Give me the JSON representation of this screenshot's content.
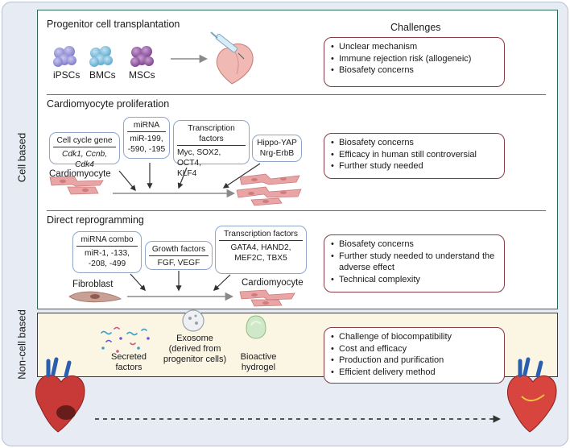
{
  "labels": {
    "cell_based": "Cell based",
    "non_cell_based": "Non-cell based"
  },
  "challenges_header": "Challenges",
  "sections": {
    "progenitor": {
      "title": "Progenitor cell transplantation",
      "cells": [
        "iPSCs",
        "BMCs",
        "MSCs"
      ],
      "challenges": [
        "Unclear mechanism",
        "Immune rejection risk (allogeneic)",
        "Biosafety concerns"
      ]
    },
    "proliferation": {
      "title": "Cardiomyocyte proliferation",
      "cell_cycle": {
        "header": "Cell cycle gene",
        "body": "Cdk1, Ccnb, Cdk4"
      },
      "mirna": {
        "header": "miRNA",
        "line1": "miR-199,",
        "line2": "-590, -195"
      },
      "tf": {
        "header": "Transcription factors",
        "line1": "Myc, SOX2, OCT4,",
        "line2": "KLF4"
      },
      "hippo": {
        "line1": "Hippo-YAP",
        "line2": "Nrg-ErbB"
      },
      "cell_label": "Cardiomyocyte",
      "challenges": [
        "Biosafety concerns",
        "Efficacy in human still controversial",
        "Further study needed"
      ]
    },
    "reprogramming": {
      "title": "Direct reprogramming",
      "mirna": {
        "header": "miRNA combo",
        "line1": "miR-1, -133,",
        "line2": "-208, -499"
      },
      "growth": {
        "header": "Growth factors",
        "body": "FGF, VEGF"
      },
      "tf": {
        "header": "Transcription factors",
        "line1": "GATA4, HAND2,",
        "line2": "MEF2C, TBX5"
      },
      "source_label": "Fibroblast",
      "target_label": "Cardiomyocyte",
      "challenges": [
        "Biosafety concerns",
        "Further study needed to understand the adverse effect",
        "Technical complexity"
      ]
    },
    "noncell": {
      "secreted": {
        "line1": "Secreted",
        "line2": "factors"
      },
      "exosome": {
        "line1": "Exosome",
        "line2": "(derived from",
        "line3": "progenitor cells)"
      },
      "hydrogel": {
        "line1": "Bioactive",
        "line2": "hydrogel"
      },
      "challenges": [
        "Challenge of biocompatibility",
        "Cost and efficacy",
        "Production and purification",
        "Efficient delivery method"
      ]
    }
  },
  "colors": {
    "cell_panel_border": "#2f6a52",
    "noncell_panel_bg": "#fbf5e4",
    "challenge_border": "#8a3b45",
    "factor_box_border": "#8fa6c9",
    "cardiomyocyte": "#e79a9a",
    "fibroblast": "#b98a7c"
  }
}
